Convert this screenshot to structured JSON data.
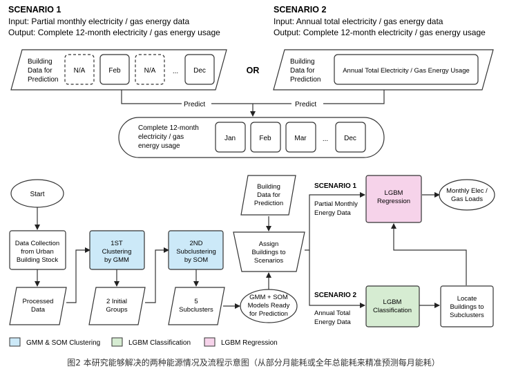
{
  "scenario1": {
    "title": "SCENARIO 1",
    "input": "Input: Partial monthly electricity / gas energy data",
    "output": "Output: Complete 12-month electricity / gas energy usage",
    "building_label": [
      "Building",
      "Data for",
      "Prediction"
    ],
    "months": [
      "N/A",
      "Feb",
      "N/A",
      "...",
      "Dec"
    ]
  },
  "scenario2": {
    "title": "SCENARIO 2",
    "input": "Input: Annual total electricity / gas energy data",
    "output": "Output: Complete 12-month electricity / gas energy usage",
    "building_label": [
      "Building",
      "Data for",
      "Prediction"
    ],
    "annual_box": "Annual Total Electricity / Gas Energy Usage"
  },
  "or_label": "OR",
  "predict_label": "Predict",
  "result": {
    "label": [
      "Complete 12-month",
      "electricity / gas",
      "energy usage"
    ],
    "months": [
      "Jan",
      "Feb",
      "Mar",
      "...",
      "Dec"
    ]
  },
  "flow": {
    "start": "Start",
    "data_collection": [
      "Data Collection",
      "from Urban",
      "Building Stock"
    ],
    "processed_data": [
      "Processed",
      "Data"
    ],
    "clustering1": [
      "1ST",
      "Clustering",
      "by GMM"
    ],
    "initial_groups": [
      "2 Initial",
      "Groups"
    ],
    "clustering2": [
      "2ND",
      "Subclustering",
      "by SOM"
    ],
    "subclusters": [
      "5",
      "Subclusters"
    ],
    "models_ready": [
      "GMM + SOM",
      "Models Ready",
      "for Prediction"
    ],
    "building_data": [
      "Building",
      "Data for",
      "Prediction"
    ],
    "assign": [
      "Assign",
      "Buildings to",
      "Scenarios"
    ],
    "scenario1_label": "SCENARIO 1",
    "scenario1_sub": [
      "Partial Monthly",
      "Energy Data"
    ],
    "scenario2_label": "SCENARIO 2",
    "scenario2_sub": [
      "Annual Total",
      "Energy Data"
    ],
    "lgbm_regression": [
      "LGBM",
      "Regression"
    ],
    "lgbm_classification": [
      "LGBM",
      "Classification"
    ],
    "locate": [
      "Locate",
      "Buildings to",
      "Subclusters"
    ],
    "monthly_loads": [
      "Monthly Elec /",
      "Gas Loads"
    ]
  },
  "legend": [
    {
      "label": "GMM & SOM Clustering",
      "color": "#cce9f8"
    },
    {
      "label": "LGBM Classification",
      "color": "#d6ecd2"
    },
    {
      "label": "LGBM Regression",
      "color": "#f6d3ea"
    }
  ],
  "caption": "图2 本研究能够解决的两种能源情况及流程示意图（从部分月能耗或全年总能耗来精准预测每月能耗）"
}
